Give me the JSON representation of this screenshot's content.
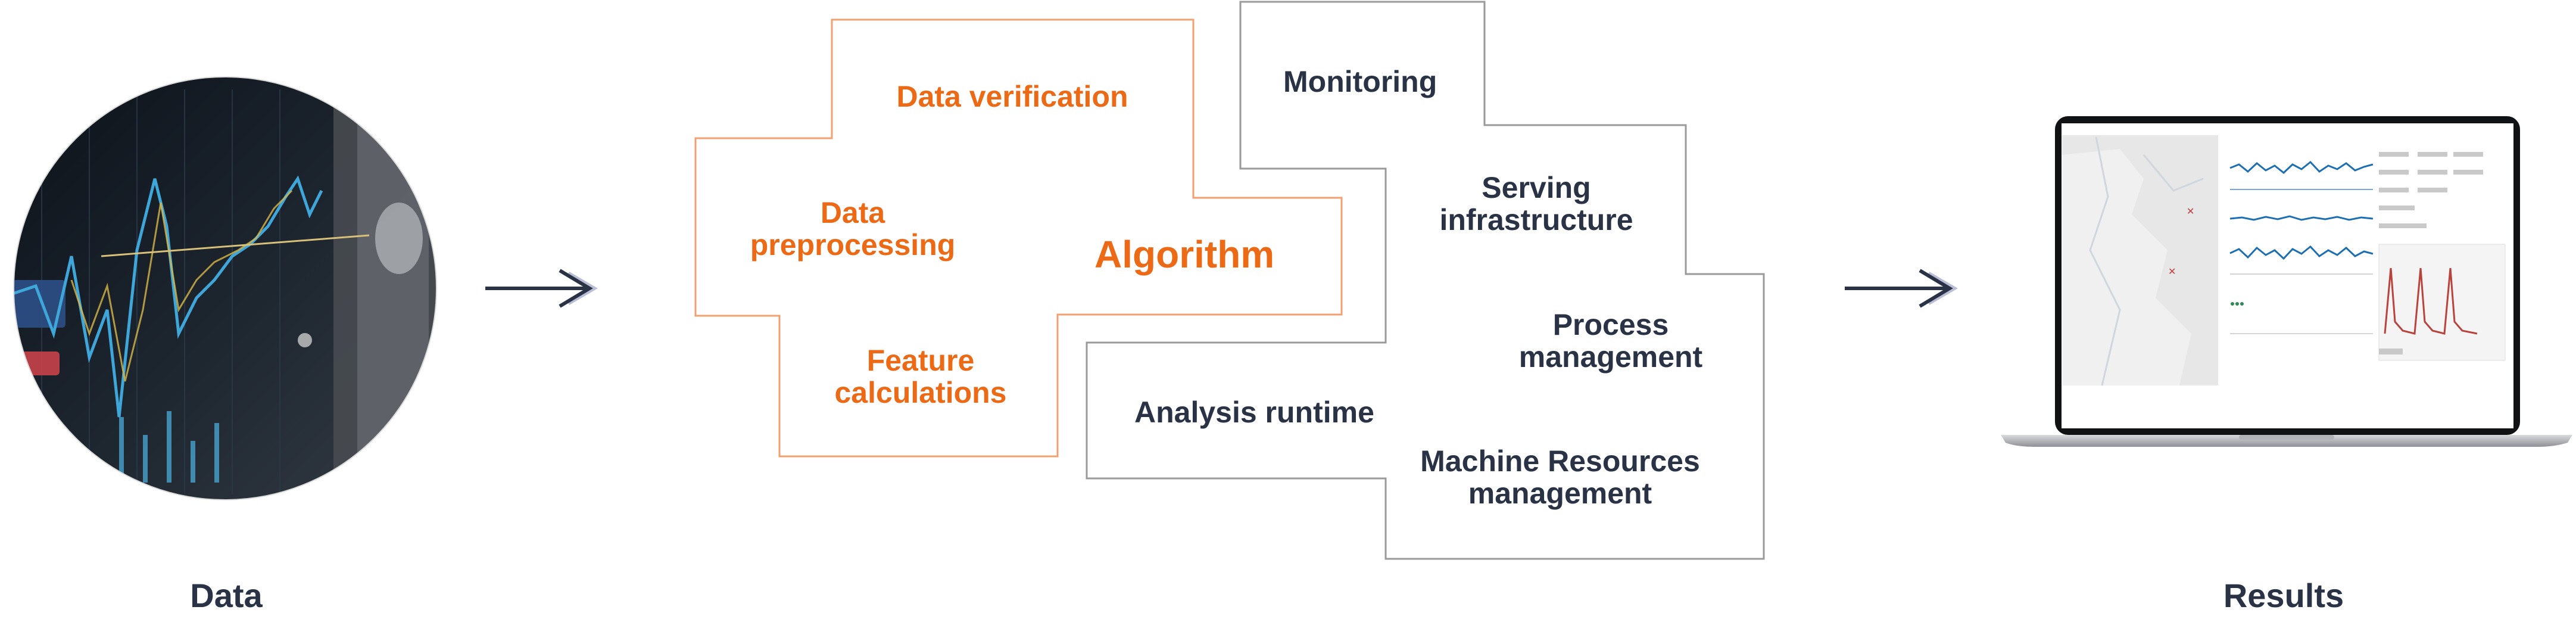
{
  "colors": {
    "accent": "#ec6a16",
    "text_dark": "#2a3346",
    "outline_gray": "#9a9a9a",
    "arrow": "#2a3346",
    "arrow_shadow": "#b9bdd6"
  },
  "icons": {
    "data_image": "stock-chart-circle-photo",
    "arrow": "right-arrow-icon",
    "results_image": "laptop-dashboard"
  },
  "labels": {
    "data": "Data",
    "results": "Results"
  },
  "algorithm_group": {
    "title": "Algorithm",
    "items": [
      "Data verification",
      "Data preprocessing",
      "Feature calculations"
    ]
  },
  "infrastructure_group": {
    "items": [
      "Monitoring",
      "Serving infrastructure",
      "Process management",
      "Analysis runtime",
      "Machine Resources management"
    ]
  }
}
